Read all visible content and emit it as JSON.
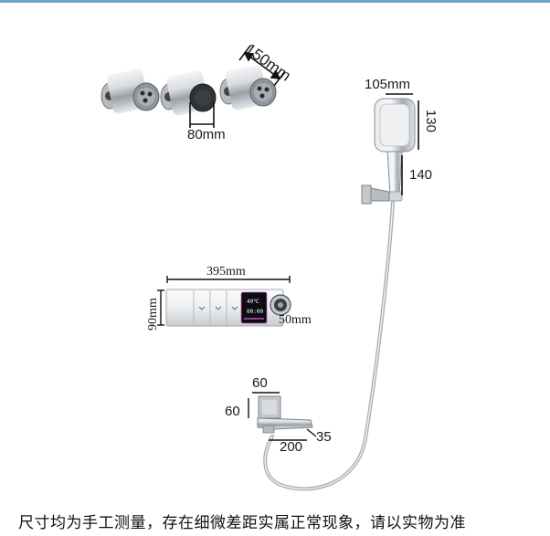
{
  "dimensions": {
    "valve_length": "150mm",
    "valve_diameter": "80mm",
    "handshower_head_width": "105mm",
    "handshower_head_height": "130",
    "handshower_handle": "140",
    "panel_width": "395mm",
    "panel_height": "90mm",
    "knob_diameter": "50mm",
    "spout_plate_width": "60",
    "spout_plate_height": "60",
    "spout_length": "200",
    "spout_outlet": "35"
  },
  "display": {
    "temperature": "40℃",
    "time": "00:00"
  },
  "caption": "尺寸均为手工测量，存在细微差距实属正常现象，请以实物为准",
  "colors": {
    "chrome": "#c9cdd2",
    "chrome_dark": "#7d838a",
    "accent_line": "#6fa3c7"
  }
}
